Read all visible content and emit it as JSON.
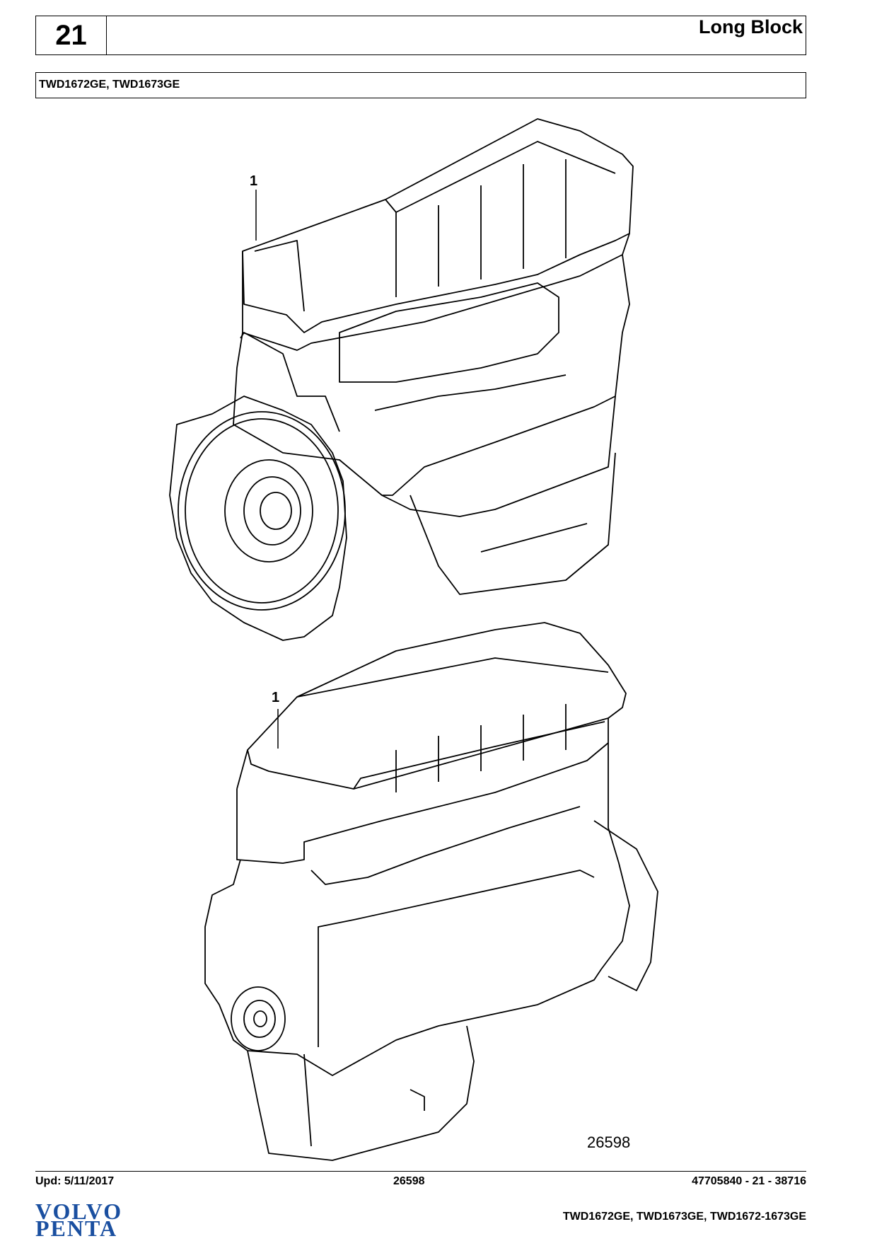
{
  "header": {
    "section_number": "21",
    "title": "Long Block"
  },
  "models": "TWD1672GE, TWD1673GE",
  "drawing": {
    "callout_top": "1",
    "callout_bottom": "1",
    "figure_id": "26598"
  },
  "footer": {
    "updated": "Upd: 5/11/2017",
    "page_ref": "26598",
    "doc_number": "47705840 - 21 - 38716",
    "models_line": "TWD1672GE, TWD1673GE, TWD1672-1673GE",
    "logo_line1": "VOLVO",
    "logo_line2": "PENTA",
    "brand_color": "#1a4fa0"
  }
}
